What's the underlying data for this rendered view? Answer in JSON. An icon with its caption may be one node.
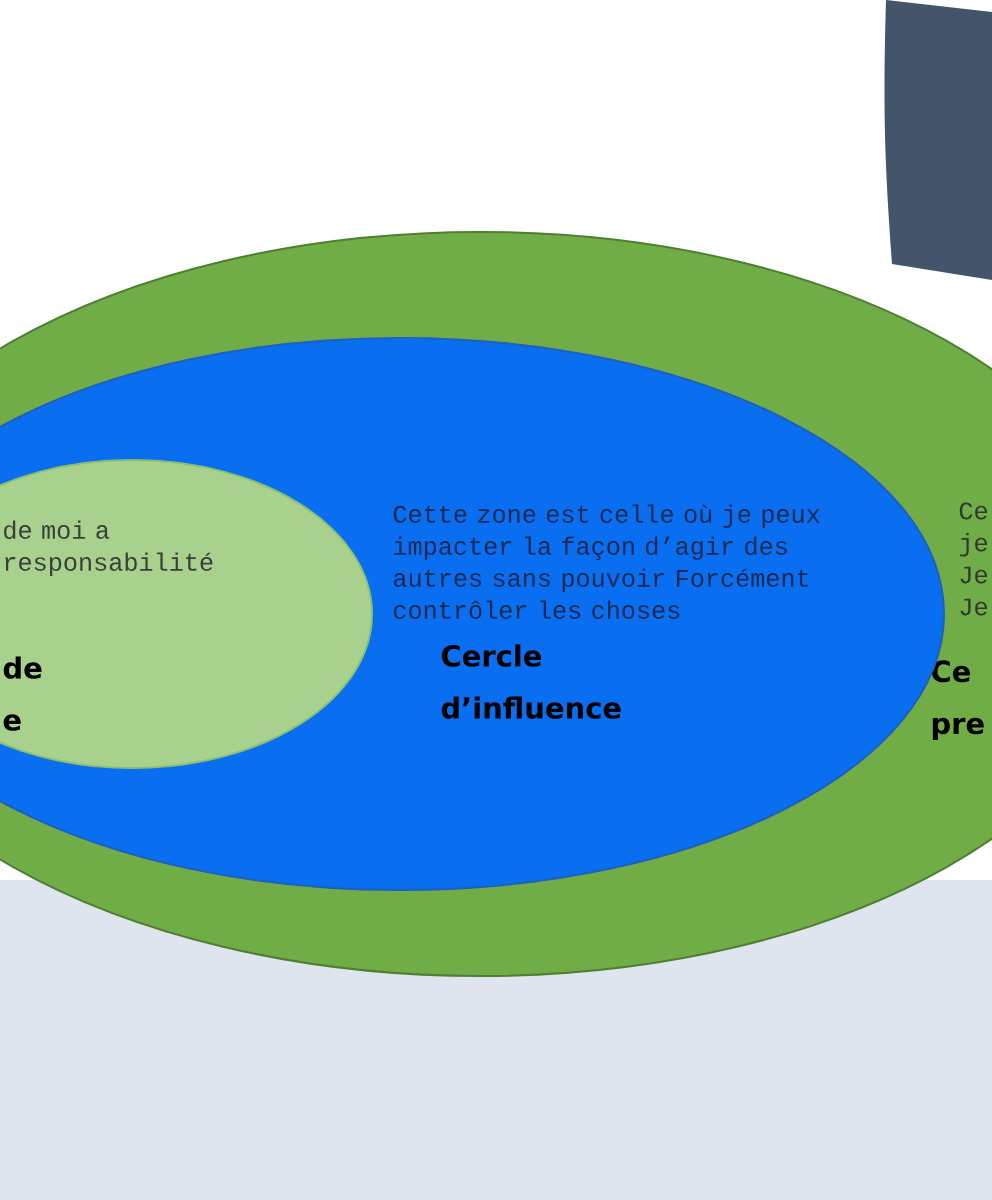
{
  "diagram": {
    "nodes": [
      {
        "text": [
          "Ce je Je Je",
          "Ce pre"
        ]
      },
      {
        "text": [
          "Cette zone est celle où je peux impacter la façon d’agir des autres sans pouvoir Forcément contrôler les choses",
          "Cercle d’influence"
        ],
        "in": 0
      },
      {
        "text": [
          "de moi a responsabilité",
          "de e"
        ],
        "in": 1
      }
    ]
  }
}
